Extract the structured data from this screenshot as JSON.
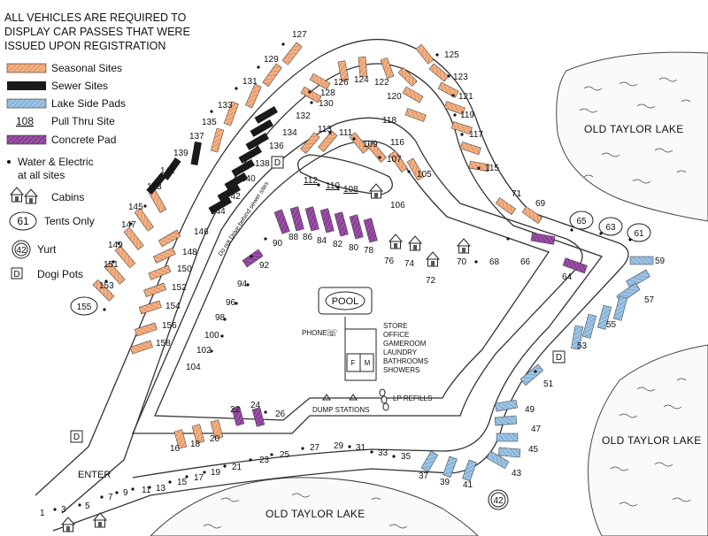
{
  "notice": [
    "ALL VEHICLES ARE REQUIRED TO",
    "DISPLAY CAR PASSES THAT WERE",
    "ISSUED UPON REGISTRATION"
  ],
  "legend": {
    "seasonal": "Seasonal Sites",
    "sewer": "Sewer Sites",
    "lakeside": "Lake Side Pads",
    "pullthru_num": "108",
    "pullthru": "Pull Thru Site",
    "concrete": "Concrete Pad",
    "water_line1": "Water & Electric",
    "water_line2": "at all sites",
    "cabins": "Cabins",
    "tents_num": "61",
    "tents": "Tents Only",
    "yurt_num": "42",
    "yurt": "Yurt",
    "dogi_letter": "D",
    "dogi": "Dogi Pots"
  },
  "lakes": {
    "top_right": "OLD TAYLOR LAKE",
    "right": "OLD TAYLOR LAKE",
    "bottom": "OLD TAYLOR LAKE"
  },
  "facilities": {
    "pool": "POOL",
    "phone": "PHONE",
    "store_lines": [
      "STORE",
      "OFFICE",
      "GAMEROOM",
      "LAUNDRY",
      "BATHROOMS",
      "SHOWERS"
    ],
    "dump": "DUMP STATIONS",
    "lp": "LP REFILLS",
    "enter": "ENTER",
    "no_drive": "Do not Drive behind sewer sites",
    "f": "F",
    "m": "M"
  },
  "site_numbers": {
    "s127": "127",
    "s129": "129",
    "s131": "131",
    "s133": "133",
    "s135": "135",
    "s137": "137",
    "s139": "139",
    "s141": "141",
    "s143": "143",
    "s145": "145",
    "s147": "147",
    "s149": "149",
    "s151": "151",
    "s153": "153",
    "s155": "155",
    "s125": "125",
    "s123": "123",
    "s121": "121",
    "s119": "119",
    "s117": "117",
    "s115": "115",
    "s126": "126",
    "s124": "124",
    "s122": "122",
    "s120": "120",
    "s118": "118",
    "s116": "116",
    "s128": "128",
    "s130": "130",
    "s132": "132",
    "s134": "134",
    "s136": "136",
    "s138": "138",
    "s140": "140",
    "s142": "142",
    "s144": "144",
    "s146": "146",
    "s148": "148",
    "s150": "150",
    "s152": "152",
    "s154": "154",
    "s156": "156",
    "s158": "158",
    "s113": "113",
    "s111": "111",
    "s109": "109",
    "s107": "107",
    "s105": "105",
    "s112": "112",
    "s110": "110",
    "s108": "108",
    "s106": "106",
    "s71": "71",
    "s69": "69",
    "s65": "65",
    "s63": "63",
    "s61": "61",
    "s59": "59",
    "s57": "57",
    "s55": "55",
    "s53": "53",
    "s51": "51",
    "s49": "49",
    "s47": "47",
    "s45": "45",
    "s43": "43",
    "s41": "41",
    "s42": "42",
    "s39": "39",
    "s37": "37",
    "s35": "35",
    "s33": "33",
    "s31": "31",
    "s29": "29",
    "s27": "27",
    "s25": "25",
    "s23": "23",
    "s21": "21",
    "s19": "19",
    "s17": "17",
    "s15": "15",
    "s13": "13",
    "s11": "11",
    "s9": "9",
    "s7": "7",
    "s5": "5",
    "s3": "3",
    "s1": "1",
    "s16": "16",
    "s18": "18",
    "s20": "20",
    "s22": "22",
    "s24": "24",
    "s26": "26",
    "s90": "90",
    "s88": "88",
    "s86": "86",
    "s84": "84",
    "s82": "82",
    "s80": "80",
    "s78": "78",
    "s76": "76",
    "s74": "74",
    "s72": "72",
    "s70": "70",
    "s68": "68",
    "s66": "66",
    "s64": "64",
    "s92": "92",
    "s94": "94",
    "s96": "96",
    "s98": "98",
    "s100": "100",
    "s102": "102",
    "s104": "104"
  },
  "colors": {
    "seasonal": "#f4b083",
    "sewer": "#1a1a1a",
    "lakeside": "#9cc3e4",
    "concrete": "#9b4fa8",
    "road": "#ffffff",
    "outline": "#333333"
  }
}
